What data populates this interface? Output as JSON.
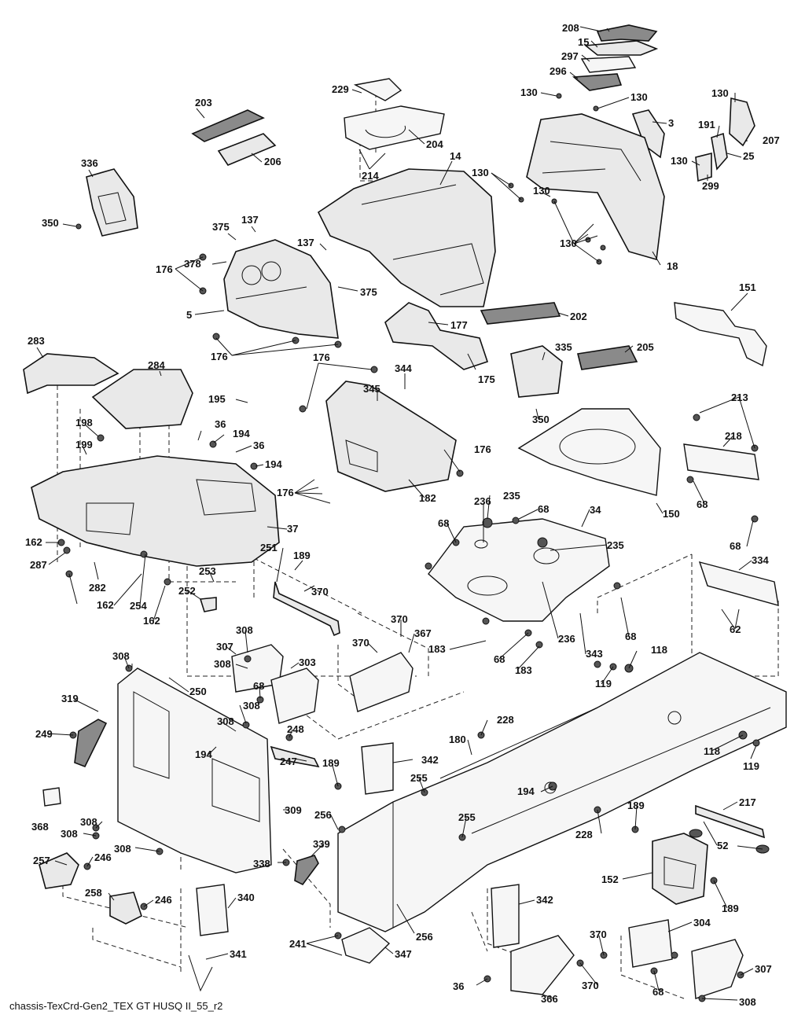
{
  "caption": "chassis-TexCrd-Gen2_TEX GT HUSQ II_55_r2",
  "labels": {
    "p208": "208",
    "p15": "15",
    "p297": "297",
    "p296": "296",
    "p130a": "130",
    "p130b": "130",
    "p3": "3",
    "p130c": "130",
    "p191": "191",
    "p207": "207",
    "p25": "25",
    "p130d": "130",
    "p299": "299",
    "p229": "229",
    "p203": "203",
    "p204": "204",
    "p14": "14",
    "p214": "214",
    "p206": "206",
    "p130e": "130",
    "p130f": "130",
    "p130g": "130",
    "p18": "18",
    "p336": "336",
    "p350a": "350",
    "p375a": "375",
    "p137a": "137",
    "p137b": "137",
    "p378": "378",
    "p176a": "176",
    "p5": "5",
    "p375b": "375",
    "p177": "177",
    "p202": "202",
    "p151": "151",
    "p176b": "176",
    "p283": "283",
    "p284": "284",
    "p176c": "176",
    "p344": "344",
    "p175": "175",
    "p335": "335",
    "p205": "205",
    "p195": "195",
    "p345": "345",
    "p350b": "350",
    "p213": "213",
    "p36a": "36",
    "p198": "198",
    "p194a": "194",
    "p36b": "36",
    "p199": "199",
    "p194b": "194",
    "p176d": "176",
    "p218": "218",
    "p176e": "176",
    "p182": "182",
    "p150": "150",
    "p68a": "68",
    "p235a": "235",
    "p236a": "236",
    "p68b": "68",
    "p34": "34",
    "p37": "37",
    "p68c": "68",
    "p68d": "68",
    "p162a": "162",
    "p287": "287",
    "p235b": "235",
    "p282": "282",
    "p189a": "189",
    "p251": "251",
    "p253": "253",
    "p370a": "370",
    "p252": "252",
    "p162b": "162",
    "p254": "254",
    "p162c": "162",
    "p334": "334",
    "p68e": "68",
    "p62": "62",
    "p236b": "236",
    "p308a": "308",
    "p370b": "370",
    "p367": "367",
    "p307a": "307",
    "p303": "303",
    "p370c": "370",
    "p183a": "183",
    "p68f": "68",
    "p343": "343",
    "p118a": "118",
    "p308b": "308",
    "p308c": "308",
    "p183b": "183",
    "p119a": "119",
    "p250": "250",
    "p68g": "68",
    "p308d": "308",
    "p319": "319",
    "p308e": "308",
    "p248": "248",
    "p228a": "228",
    "p249": "249",
    "p180": "180",
    "p247": "247",
    "p194c": "194",
    "p342a": "342",
    "p118b": "118",
    "p119b": "119",
    "p189b": "189",
    "p255a": "255",
    "p194d": "194",
    "p217": "217",
    "p368": "368",
    "p309": "309",
    "p308f": "308",
    "p308g": "308",
    "p256a": "256",
    "p255b": "255",
    "p189c": "189",
    "p228b": "228",
    "p52": "52",
    "p308h": "308",
    "p339": "339",
    "p257": "257",
    "p246a": "246",
    "p338": "338",
    "p152": "152",
    "p189d": "189",
    "p258": "258",
    "p246b": "246",
    "p340": "340",
    "p256b": "256",
    "p342b": "342",
    "p304": "304",
    "p241": "241",
    "p370d": "370",
    "p347": "347",
    "p341": "341",
    "p307b": "307",
    "p36c": "36",
    "p370e": "370",
    "p68h": "68",
    "p366": "366",
    "p308i": "308"
  }
}
